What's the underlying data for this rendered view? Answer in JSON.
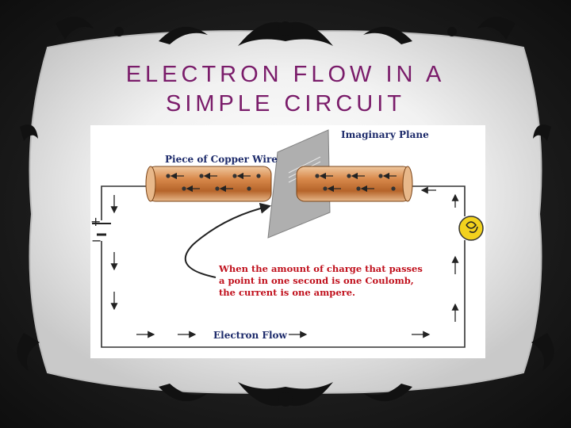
{
  "slide": {
    "title_line1": "ELECTRON FLOW IN A",
    "title_line2": "SIMPLE CIRCUIT"
  },
  "figure": {
    "plane_label": "Imaginary Plane",
    "wire_label": "Piece of Copper Wire",
    "note_lines": [
      "When the amount of charge that passes",
      "a point in one second is one Coulomb,",
      "the current is one ampere."
    ],
    "flow_label": "Electron Flow",
    "battery_plus": "+",
    "battery_minus": "−"
  },
  "colors": {
    "title": "#7a1c6a",
    "label_blue": "#1c2a6a",
    "note_red": "#c0101c",
    "wire_copper": "#c87a3c",
    "bulb_yellow": "#f2d21e"
  }
}
